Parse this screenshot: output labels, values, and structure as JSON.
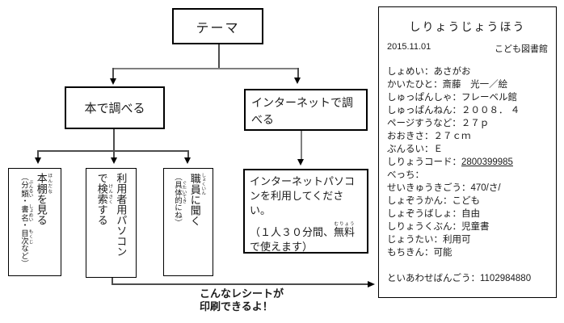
{
  "flowchart": {
    "theme_label": "テーマ",
    "books_label": "本で調べる",
    "internet_label": "インターネットで調べる",
    "shelf_col1": [
      {
        "t": "本棚",
        "r": "ほんだな"
      },
      {
        "t": "を見る"
      }
    ],
    "shelf_col2": [
      {
        "t": "（"
      },
      {
        "t": "分類",
        "r": "ぶんるい"
      },
      {
        "t": "・"
      },
      {
        "t": "書名",
        "r": "しょめい"
      },
      {
        "t": "・"
      },
      {
        "t": "目次",
        "r": "もくじ"
      },
      {
        "t": "など）"
      }
    ],
    "searchpc_col1": [
      {
        "t": "利用者用パソコン"
      }
    ],
    "searchpc_col2": [
      {
        "t": "で"
      },
      {
        "t": "検索",
        "r": "けんさく"
      },
      {
        "t": "する"
      }
    ],
    "staff_col1": [
      {
        "t": "職員",
        "r": "しょくいん"
      },
      {
        "t": "に聞く"
      }
    ],
    "staff_col2": [
      {
        "t": "（"
      },
      {
        "t": "具体的",
        "r": "ぐたいてき"
      },
      {
        "t": "にね）"
      }
    ],
    "internetpc_line1": "インターネットパソコンを利用してください。",
    "internetpc_line2": [
      {
        "t": "（１人３０分間、"
      },
      {
        "t": "無料",
        "r": "むりょう"
      },
      {
        "t": "で使えます）"
      }
    ],
    "note_line1": "こんなレシートが",
    "note_line2": "印刷できるよ！"
  },
  "receipt": {
    "title": "しりょうじょうほう",
    "date": "2015.11.01",
    "library": "こども図書館",
    "lines": [
      "しょめい：あさがお",
      "かいたひと：斎藤　光一／絵",
      "しゅっぱんしゃ：フレーベル館",
      "しゅっぱんねん：２００８． ４",
      "ページすうなど：２７ｐ",
      "おおきさ：２７ｃｍ",
      "ぶんるい：Ｅ"
    ],
    "code_label": "しりょうコード：",
    "code_value": "2800399985",
    "lines2": [
      "べっち：",
      "せいきゅうきごう：470/さ/",
      "しょぞうかん：こども",
      "しょぞうばしょ：自由",
      "しりょうくぶん：児童書",
      "じょうたい：利用可",
      "もちきん：可能"
    ],
    "inquiry": "といあわせばんごう：1102984880"
  },
  "colors": {
    "line": "#4d4d4d",
    "border": "#000000",
    "background": "#ffffff"
  }
}
